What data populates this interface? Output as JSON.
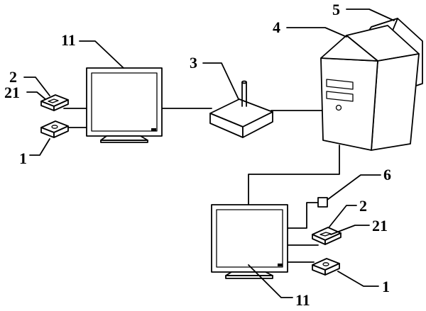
{
  "labels": {
    "monitor_top": "11",
    "card_reader_top": "2",
    "card_slot_top": "21",
    "key_device_top": "1",
    "router": "3",
    "server": "4",
    "server_module": "5",
    "sensor": "6",
    "card_reader_bottom": "2",
    "card_slot_bottom": "21",
    "key_device_bottom": "1",
    "monitor_bottom": "11"
  }
}
